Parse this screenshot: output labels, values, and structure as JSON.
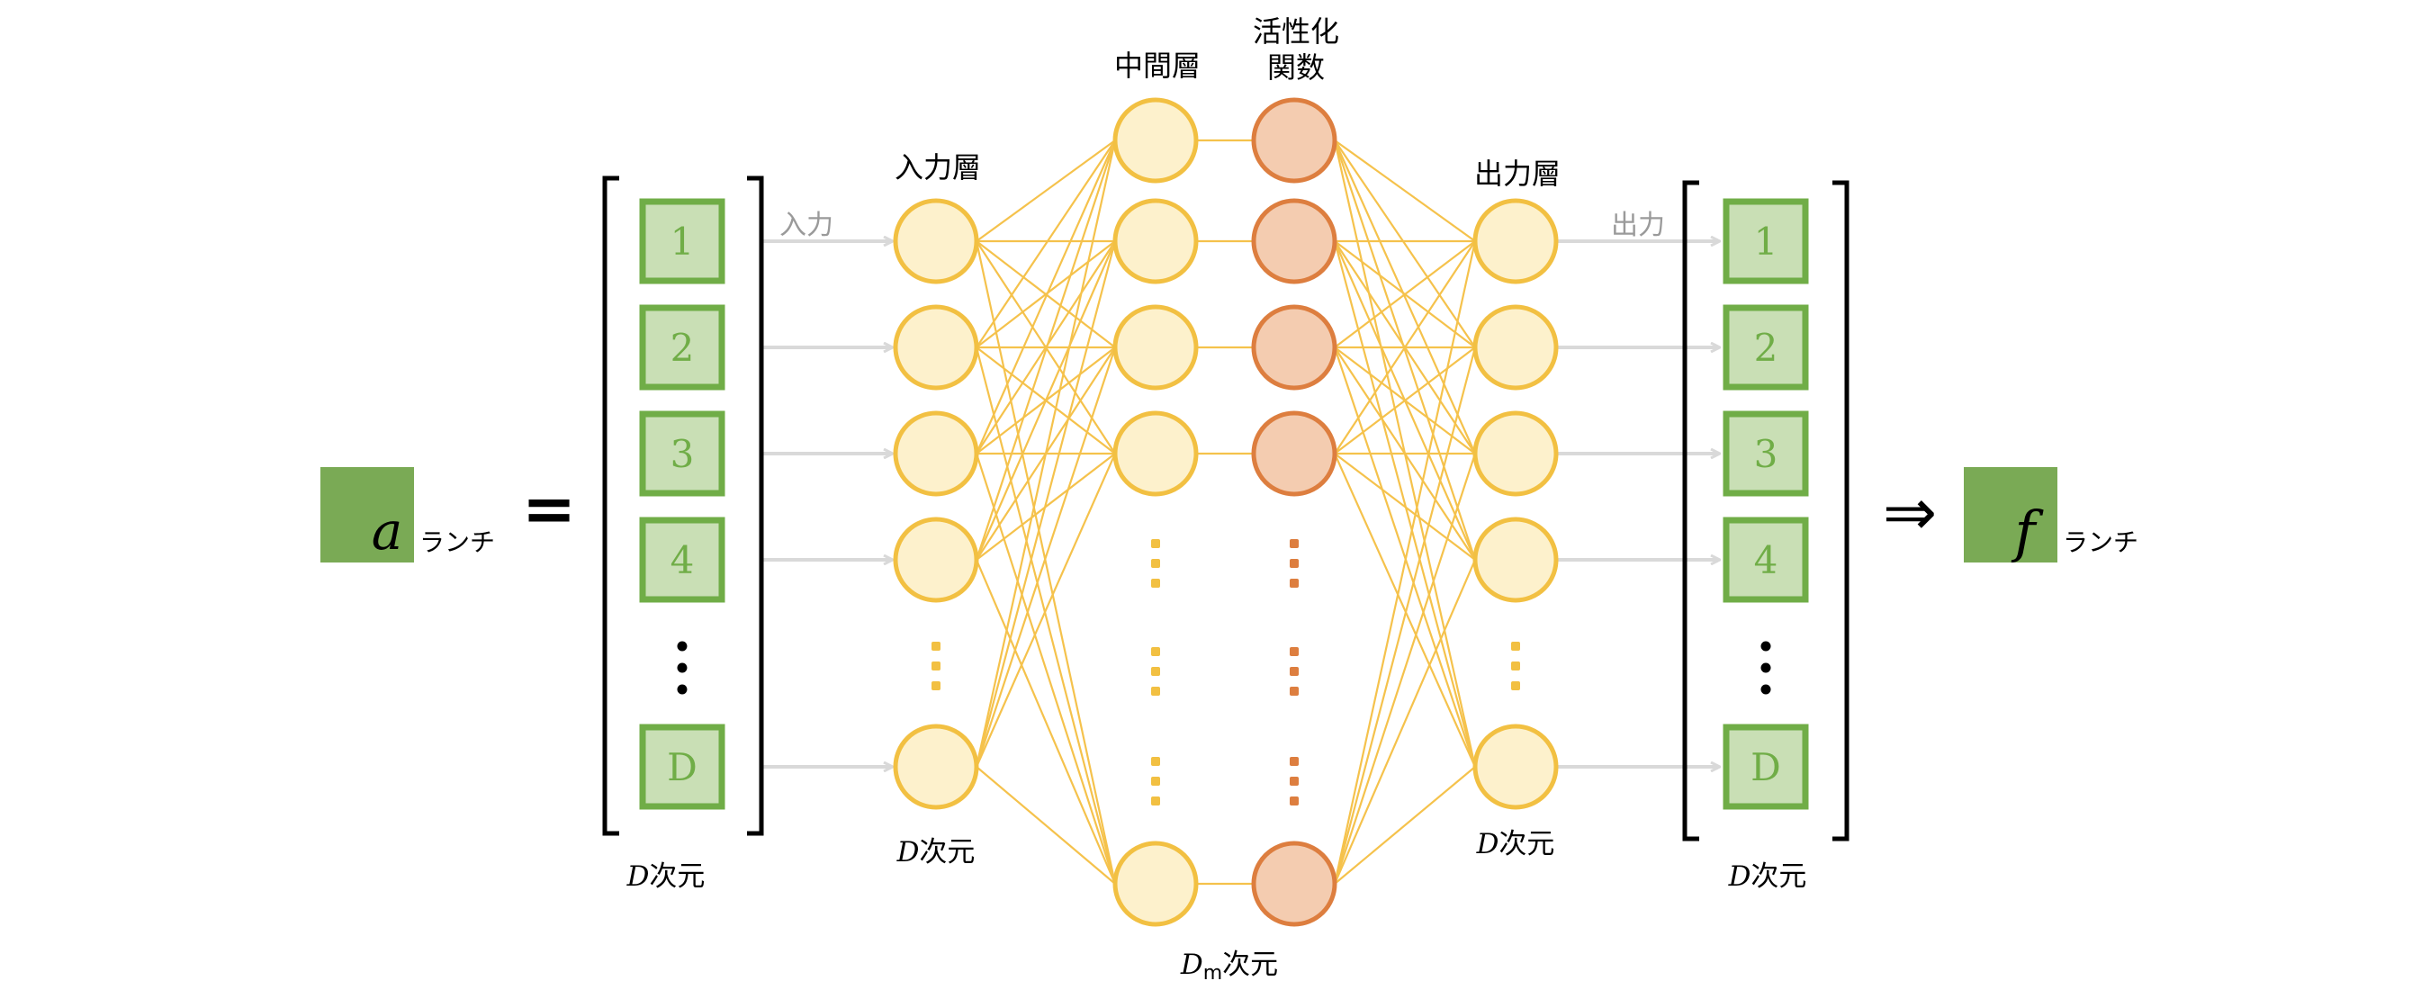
{
  "colors": {
    "green_fill": "#c9dfb5",
    "green_stroke": "#70ad47",
    "green_solid": "#7aaa55",
    "node_fill": "#fdf1cc",
    "node_stroke": "#f2c042",
    "act_fill": "#f4ccb0",
    "act_stroke": "#dd7e3f",
    "edge": "#f5c24c",
    "arrow": "#d9d9d9",
    "grey_text": "#9a9a9a"
  },
  "icons": {
    "implies": "double-right-arrow-icon"
  },
  "left_vector": {
    "symbol": "a",
    "subscript": "ランチ",
    "equals": "=",
    "items": [
      "1",
      "2",
      "3",
      "4",
      "D"
    ],
    "dim_var": "D",
    "dim_suffix": "次元"
  },
  "right_vector": {
    "symbol": "f",
    "subscript": "ランチ",
    "implies": "⇒",
    "items": [
      "1",
      "2",
      "3",
      "4",
      "D"
    ],
    "dim_var": "D",
    "dim_suffix": "次元"
  },
  "network": {
    "input_arrow_label": "入力",
    "output_arrow_label": "出力",
    "input_layer": {
      "title": "入力層",
      "dim_var": "D",
      "dim_suffix": "次元"
    },
    "hidden_layer": {
      "title": "中間層",
      "dim_var": "D",
      "dim_sub": "m",
      "dim_suffix": "次元"
    },
    "activation": {
      "title_line1": "活性化",
      "title_line2": "関数"
    },
    "output_layer": {
      "title": "出力層",
      "dim_var": "D",
      "dim_suffix": "次元"
    }
  }
}
